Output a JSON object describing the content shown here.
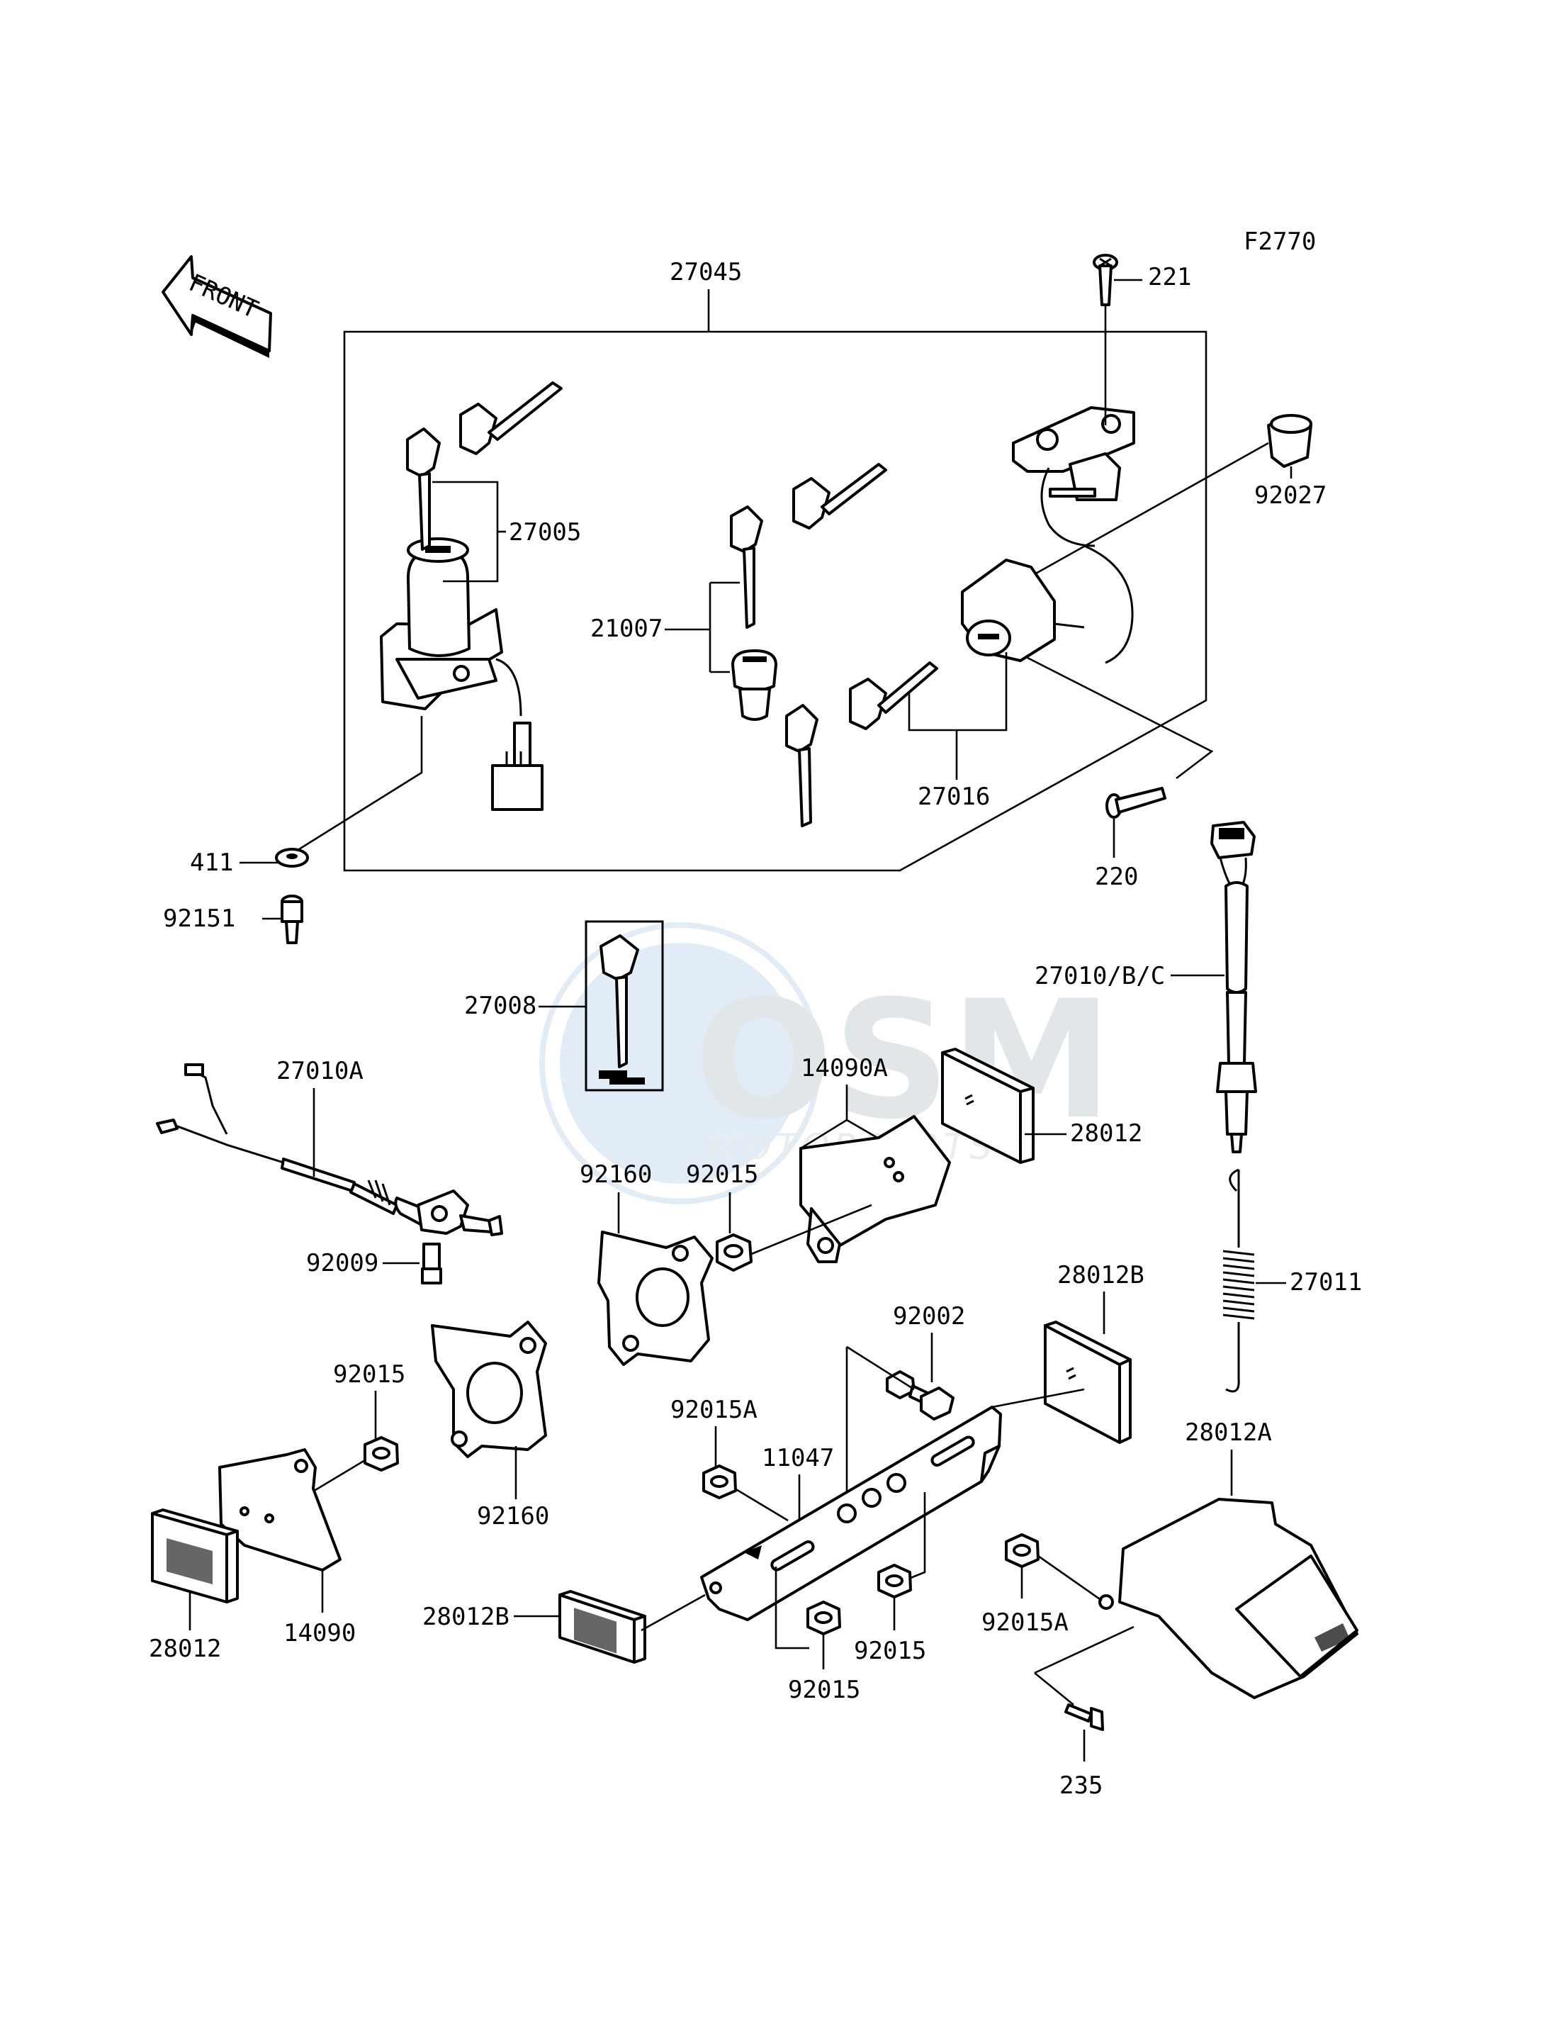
{
  "diagram_code": "F2770",
  "front_arrow": "FRONT",
  "watermark": {
    "main": "OSM",
    "sub": "MOTORPARTS"
  },
  "labels": {
    "p27045": "27045",
    "p221": "221",
    "p92027": "92027",
    "p27005": "27005",
    "p21007": "21007",
    "p27016": "27016",
    "p220": "220",
    "p411": "411",
    "p92151": "92151",
    "p27008": "27008",
    "p27010bc": "27010/B/C",
    "p27010a": "27010A",
    "p14090a": "14090A",
    "p28012_top": "28012",
    "p92160_top": "92160",
    "p92015_top": "92015",
    "p92009": "92009",
    "p28012b_right": "28012B",
    "p27011": "27011",
    "p92002": "92002",
    "p92015_left": "92015",
    "p92015a_mid": "92015A",
    "p11047": "11047",
    "p28012a": "28012A",
    "p92160_bot": "92160",
    "p28012_bot": "28012",
    "p14090": "14090",
    "p28012b_bot": "28012B",
    "p92015_mid": "92015",
    "p92015_low": "92015",
    "p92015a_right": "92015A",
    "p235": "235"
  },
  "colors": {
    "ink": "#000000",
    "watermark_blue": "#a9c6e6",
    "watermark_gray": "#c9d3d8"
  },
  "icons": [
    "front-arrow-icon",
    "key-icon",
    "ignition-switch-icon",
    "lock-cylinder-icon",
    "screw-icon",
    "washer-icon",
    "nut-icon",
    "spring-icon",
    "reflector-icon",
    "bracket-icon",
    "connector-icon"
  ]
}
